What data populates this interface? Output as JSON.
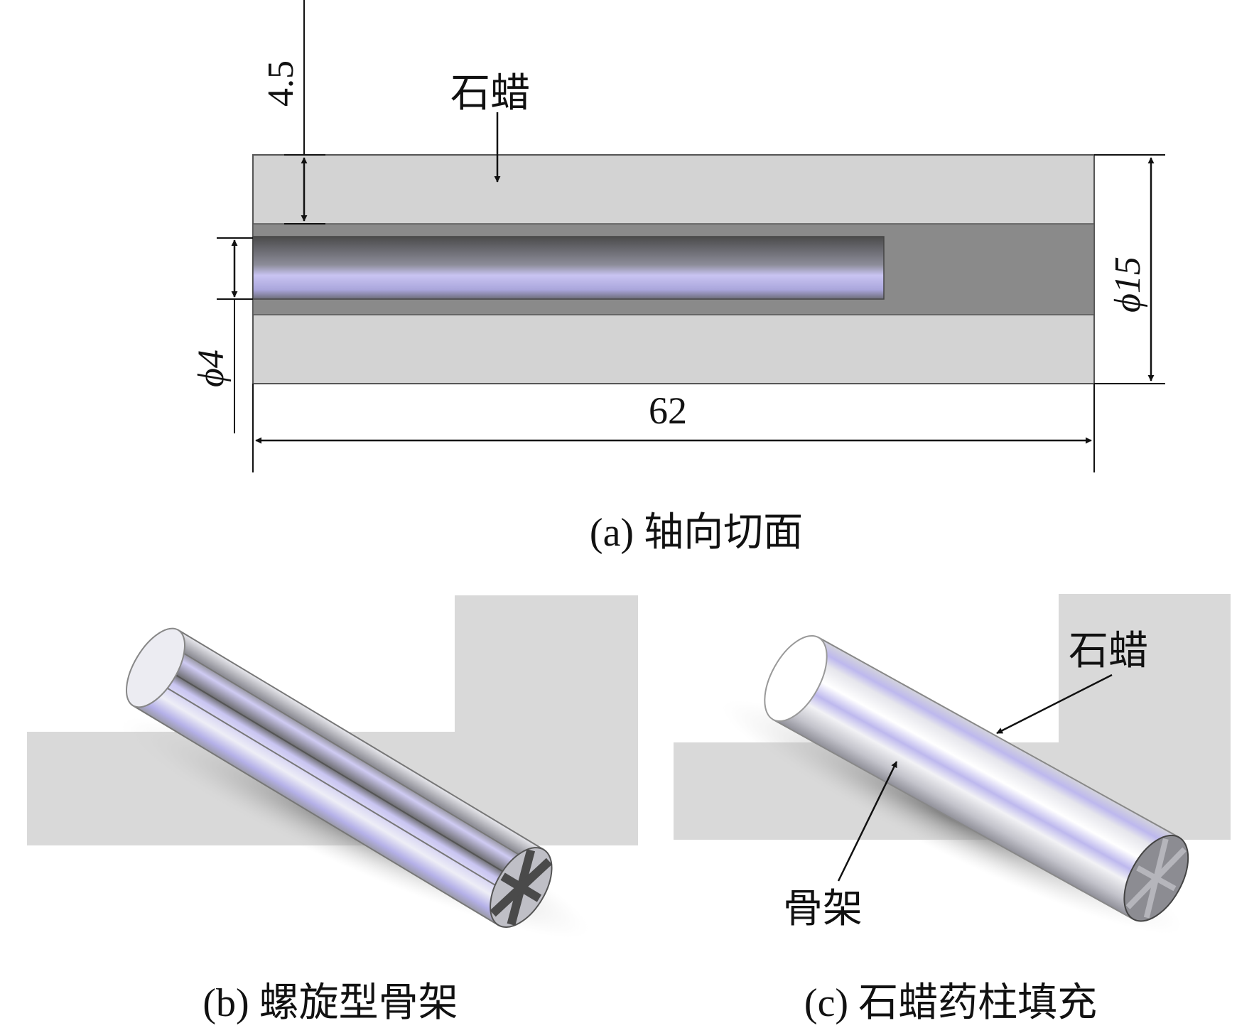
{
  "panel_a": {
    "caption": "(a) 轴向切面",
    "material_label": "石蜡",
    "dim_top": "4.5",
    "dim_bore": "ϕ4",
    "dim_diameter": "ϕ15",
    "dim_length": "62"
  },
  "panel_b": {
    "caption": "(b) 螺旋型骨架"
  },
  "panel_c": {
    "caption": "(c) 石蜡药柱填充",
    "label_wax": "石蜡",
    "label_skeleton": "骨架"
  },
  "colors": {
    "wax": "#d3d3d3",
    "core": "#8a8a8a",
    "skeleton_blue": "#b9b5ec",
    "shadow": "#d9d9d9",
    "line": "#111111"
  }
}
